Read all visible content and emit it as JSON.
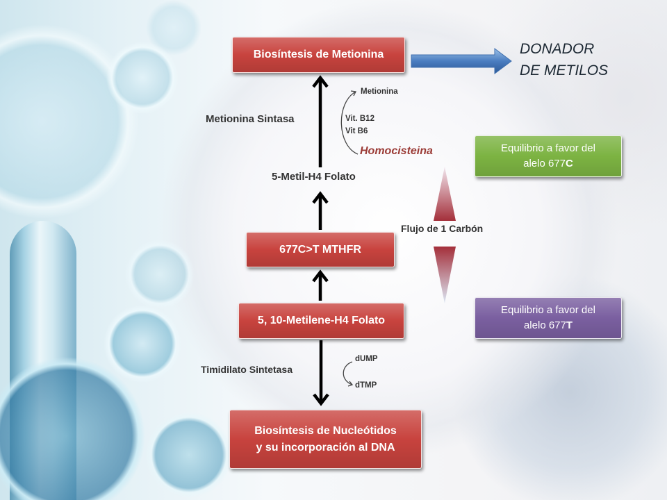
{
  "slide": {
    "methionine_biosynthesis_box": {
      "label": "Biosíntesis de Metionina"
    },
    "methyl_donor": {
      "line1": "DONADOR",
      "line2": "DE METILOS"
    },
    "methionine_synthase_label": "Metionina Sintasa",
    "methionine_cycle": {
      "methionine": "Metionina",
      "vit_b12": "Vit. B12",
      "vit_b6": "Vit B6",
      "homocysteine": "Homocisteina"
    },
    "methylfolate_label": "5-Metil-H4 Folato",
    "one_carbon_flow_label": "Flujo de 1 Carbón",
    "mthfr_box": {
      "label": "677C>T MTHFR"
    },
    "methylene_folate_box": {
      "label": "5, 10-Metilene-H4 Folato"
    },
    "thymidylate_synthase_label": "Timidilato Sintetasa",
    "thymidylate_cycle": {
      "substrate": "dUMP",
      "product": "dTMP"
    },
    "nucleotide_biosynthesis_box": {
      "line1": "Biosíntesis de Nucleótidos",
      "line2": "y su incorporación al DNA"
    },
    "equilibrium_677c_box": {
      "line1": "Equilibrio a favor del",
      "line2_prefix": "alelo 677",
      "allele": "C"
    },
    "equilibrium_677t_box": {
      "line1": "Equilibrio a favor del",
      "line2_prefix": "alelo 677",
      "allele": "T"
    }
  },
  "colors": {
    "process_box": "#c8433e",
    "allele_c_box": "#7cb342",
    "allele_t_box": "#7a5fa0",
    "methyl_donor_arrow": "#4a7dc0",
    "homocysteine_text": "#9b3b36",
    "flux_gradient": "#a42f3a"
  }
}
